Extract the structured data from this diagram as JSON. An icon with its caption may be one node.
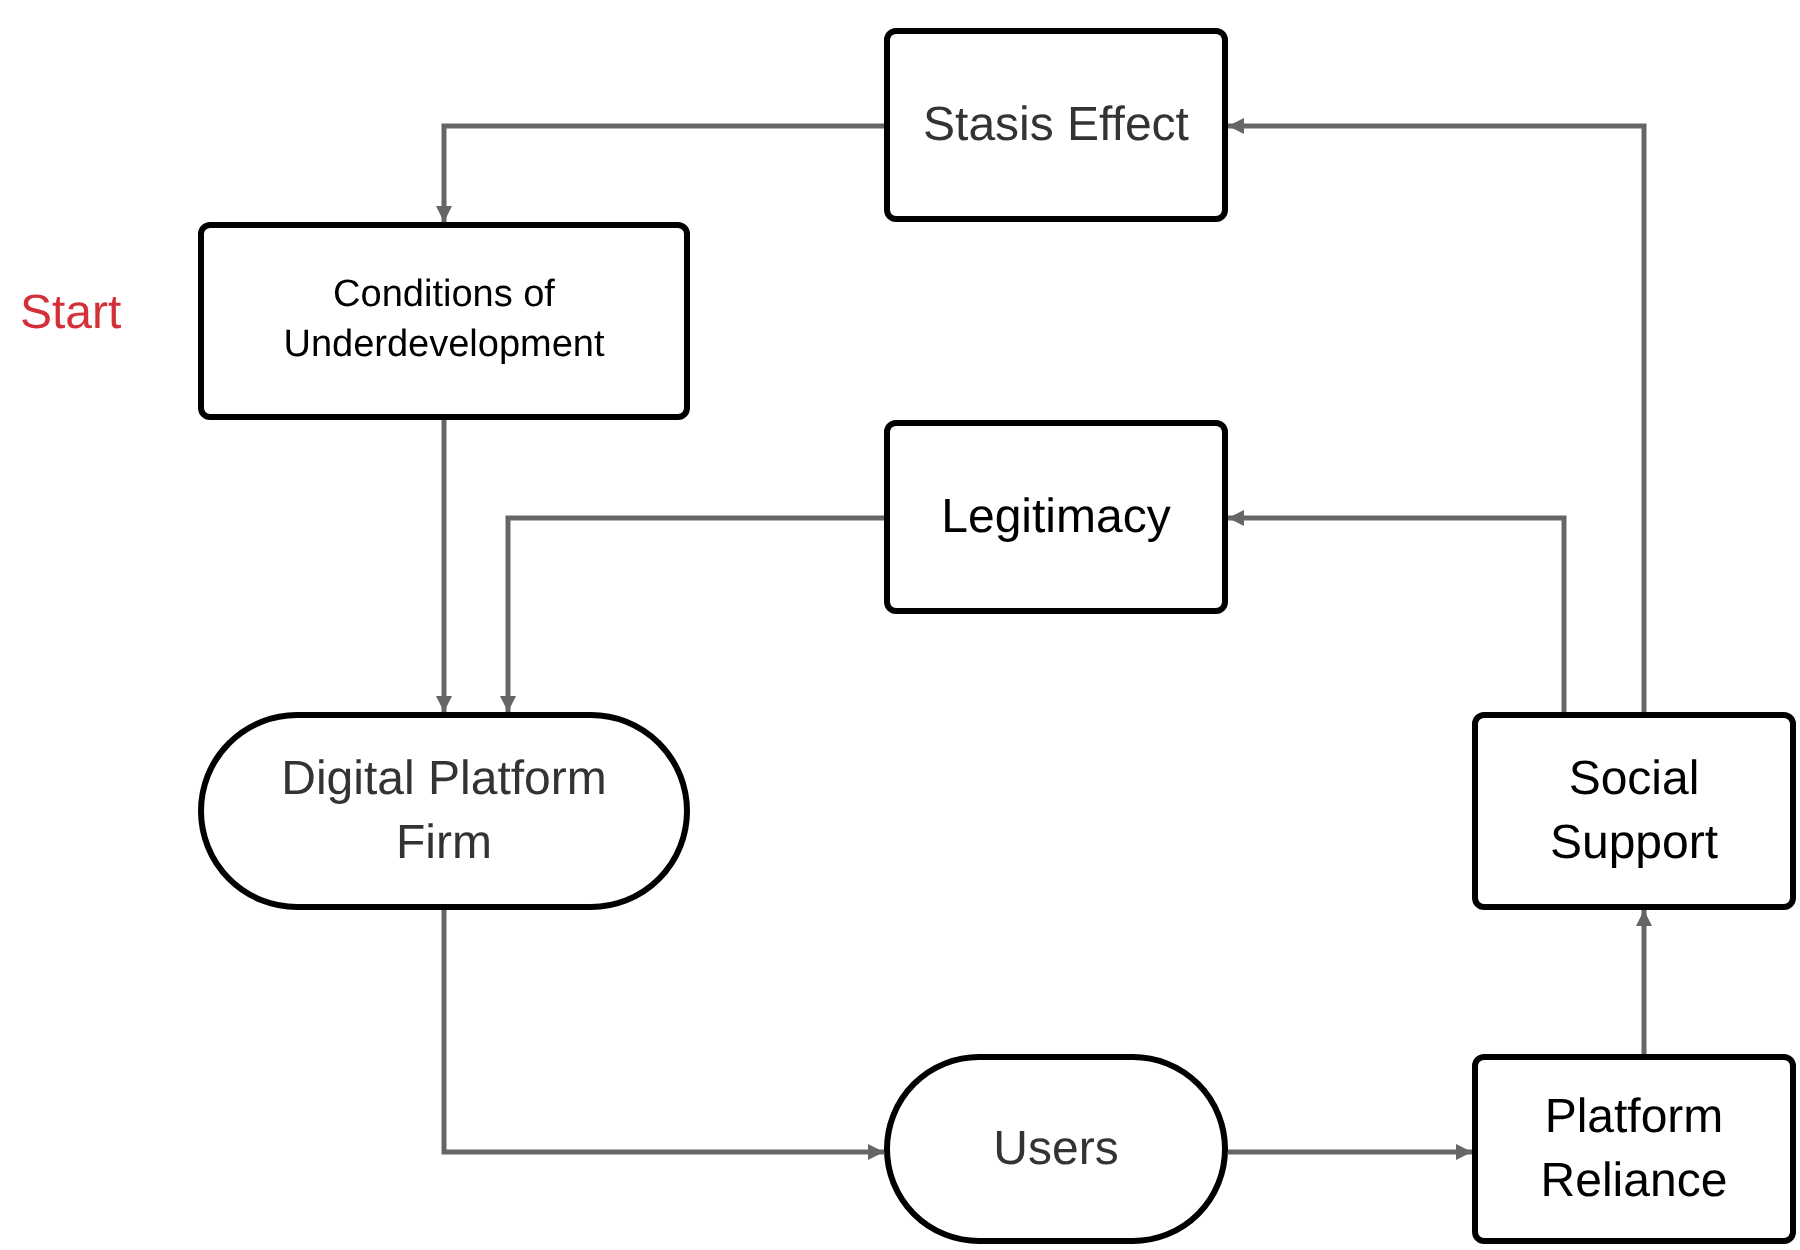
{
  "diagram": {
    "nodes": [
      {
        "text": [
          "Stasis Effect"
        ]
      },
      {
        "text": [
          "Conditions of Underdevelopment"
        ]
      },
      {
        "text": [
          "Legitimacy"
        ]
      },
      {
        "text": [
          "Digital Platform Firm"
        ]
      },
      {
        "text": [
          "Social Support"
        ]
      },
      {
        "text": [
          "Users"
        ]
      },
      {
        "text": [
          "Platform Reliance"
        ]
      }
    ],
    "edges": [
      {
        "from": 0,
        "to": 1,
        "arrow": "to"
      },
      {
        "from": 1,
        "to": 3,
        "arrow": "to"
      },
      {
        "from": 2,
        "to": 3,
        "arrow": "to"
      },
      {
        "from": 3,
        "to": 5,
        "arrow": "to"
      },
      {
        "from": 5,
        "to": 6,
        "arrow": "to"
      },
      {
        "from": 6,
        "to": 4,
        "arrow": "to"
      },
      {
        "from": 4,
        "to": 2,
        "arrow": "to"
      },
      {
        "from": 4,
        "to": 0,
        "arrow": "to"
      }
    ],
    "labels": [
      "Start"
    ]
  }
}
